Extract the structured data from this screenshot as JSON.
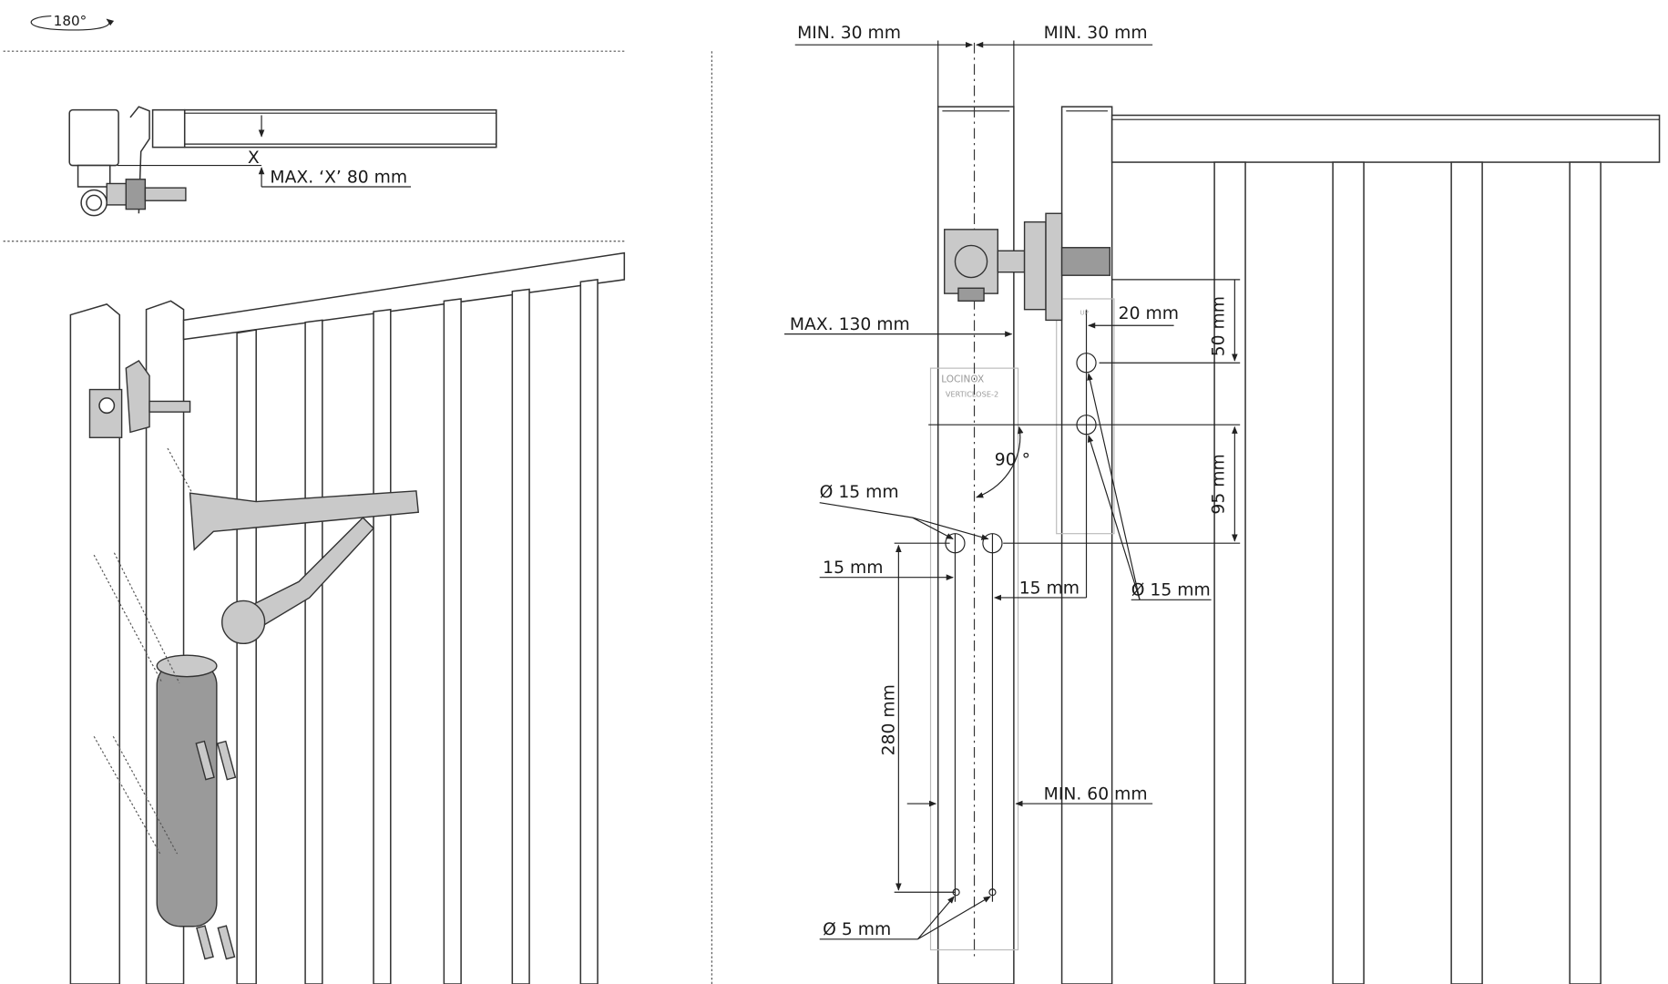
{
  "top_view": {
    "rotation_label": "180°",
    "x_label": "X",
    "max_x_label": "MAX. ‘X’ 80 mm"
  },
  "dimensions": {
    "min_30_left": "MIN. 30 mm",
    "min_30_right": "MIN. 30 mm",
    "max_130": "MAX. 130 mm",
    "d20": "20 mm",
    "d50": "50 mm",
    "d95": "95 mm",
    "angle_90": "90 °",
    "dia15_left": "Ø 15 mm",
    "dia15_right": "Ø 15 mm",
    "d15_left": "15 mm",
    "d15_right": "15 mm",
    "d280": "280 mm",
    "min_60": "MIN. 60 mm",
    "dia5": "Ø 5 mm"
  },
  "template": {
    "brand": "LOCINOX",
    "product": "VERTICLOSE-2",
    "up_label": "UP"
  }
}
